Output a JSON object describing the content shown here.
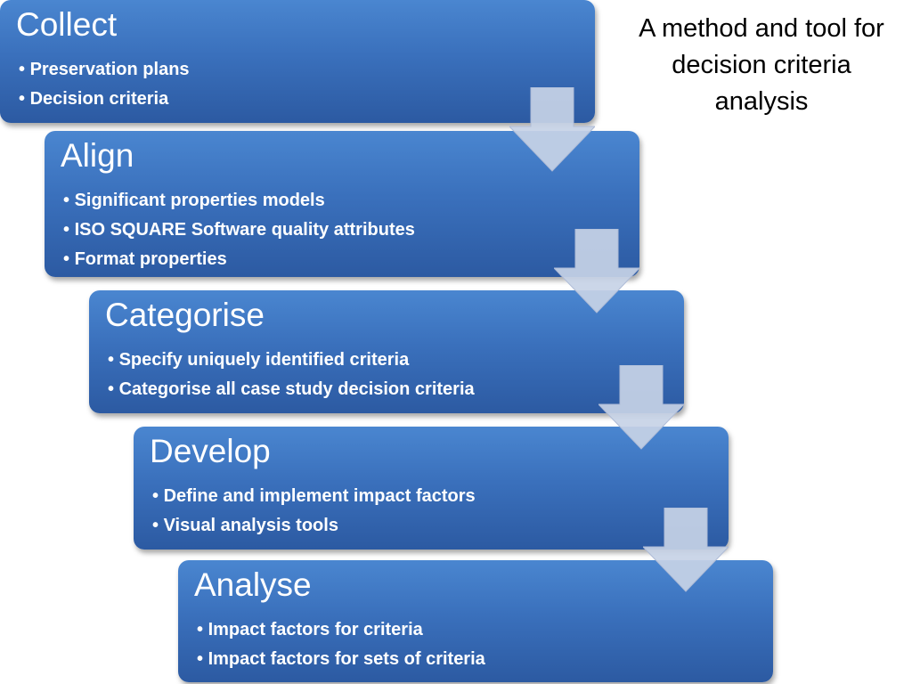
{
  "caption": "A method and tool for decision criteria analysis",
  "steps": [
    {
      "title": "Collect",
      "items": [
        "Preservation plans",
        "Decision criteria"
      ]
    },
    {
      "title": "Align",
      "items": [
        "Significant properties models",
        "ISO SQUARE Software quality attributes",
        "Format properties"
      ]
    },
    {
      "title": "Categorise",
      "items": [
        "Specify uniquely identified criteria",
        "Categorise all case study decision criteria"
      ]
    },
    {
      "title": "Develop",
      "items": [
        "Define and implement impact factors",
        "Visual analysis tools"
      ]
    },
    {
      "title": "Analyse",
      "items": [
        "Impact factors for criteria",
        "Impact factors for sets of criteria"
      ]
    }
  ],
  "colors": {
    "box": "#3a70bc",
    "arrow": "#c7d2e6",
    "text": "#ffffff"
  }
}
